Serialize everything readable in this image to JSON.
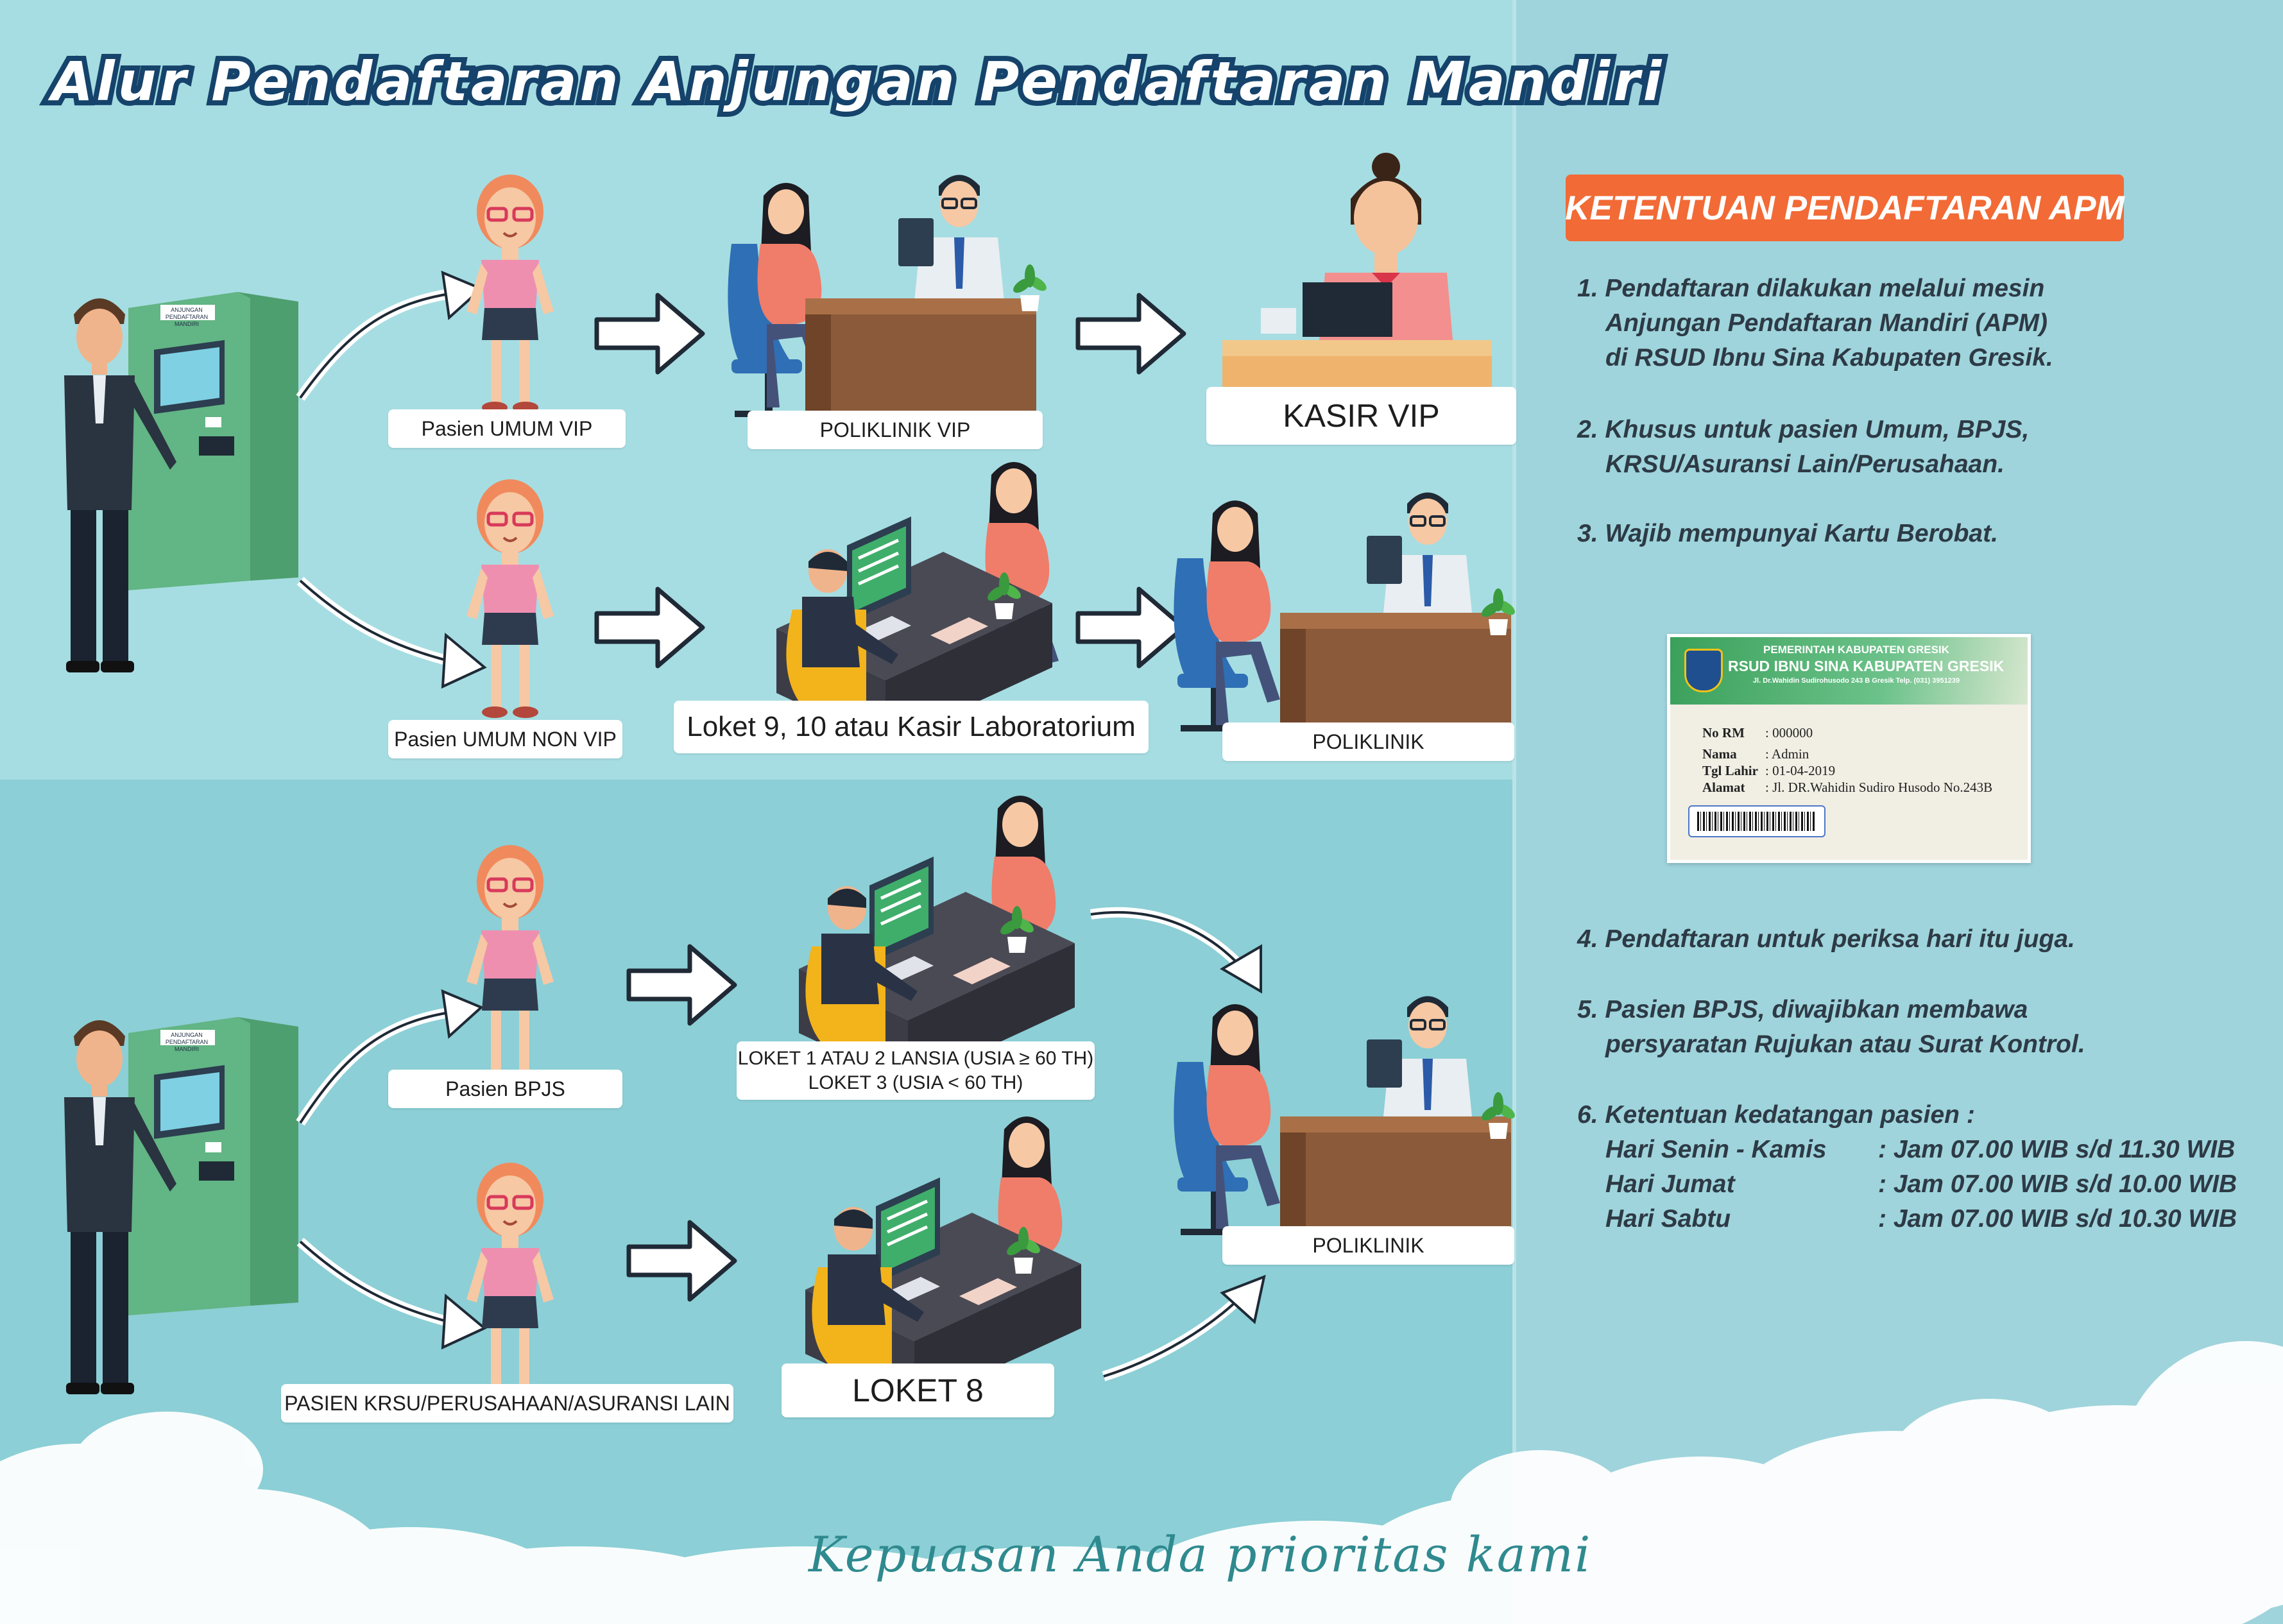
{
  "title": "Alur Pendaftaran Anjungan Pendaftaran Mandiri",
  "kiosk_screen_text": "ANJUNGAN PENDAFTARAN MANDIRI",
  "flow_labels": {
    "umum_vip": "Pasien UMUM VIP",
    "poliklinik_vip": "POLIKLINIK VIP",
    "kasir_vip": "KASIR VIP",
    "umum_non_vip": "Pasien UMUM NON VIP",
    "loket_9_10": "Loket 9, 10 atau Kasir Laboratorium",
    "poliklinik_1": "POLIKLINIK",
    "bpjs": "Pasien BPJS",
    "loket_1_2_line1": "LOKET 1 ATAU 2 LANSIA (USIA ≥ 60 TH)",
    "loket_1_2_line2": "LOKET 3 (USIA < 60 TH)",
    "krsu": "PASIEN KRSU/PERUSAHAAN/ASURANSI LAIN",
    "loket_8": "LOKET 8",
    "poliklinik_2": "POLIKLINIK"
  },
  "rules": {
    "header": "KETENTUAN PENDAFTARAN APM",
    "r1": [
      "1. Pendaftaran  dilakukan melalui mesin",
      "Anjungan Pendaftaran Mandiri (APM)",
      "di RSUD Ibnu Sina Kabupaten Gresik."
    ],
    "r2": [
      "2. Khusus untuk pasien Umum, BPJS,",
      "KRSU/Asuransi Lain/Perusahaan."
    ],
    "r3": [
      "3. Wajib mempunyai Kartu Berobat."
    ],
    "r4": [
      "4. Pendaftaran  untuk periksa hari itu juga."
    ],
    "r5": [
      "5. Pasien BPJS, diwajibkan membawa",
      "persyaratan Rujukan atau Surat Kontrol."
    ],
    "r6": "6. Ketentuan kedatangan pasien :",
    "schedule": [
      {
        "day": "Hari Senin - Kamis",
        "hours": ": Jam 07.00 WIB s/d 11.30 WIB"
      },
      {
        "day": "Hari Jumat",
        "hours": ": Jam 07.00 WIB s/d 10.00 WIB"
      },
      {
        "day": "Hari Sabtu",
        "hours": ": Jam 07.00 WIB s/d 10.30 WIB"
      }
    ]
  },
  "card": {
    "line1": "PEMERINTAH KABUPATEN GRESIK",
    "line2": "RSUD IBNU SINA KABUPATEN GRESIK",
    "line3": "Jl. Dr.Wahidin Sudirohusodo 243 B Gresik Telp. (031) 3951239",
    "fields": [
      {
        "label": "No RM",
        "value": ": 000000"
      },
      {
        "label": "Nama",
        "value": ": Admin"
      },
      {
        "label": "Tgl Lahir",
        "value": ": 01-04-2019"
      },
      {
        "label": "Alamat",
        "value": ": Jl. DR.Wahidin Sudiro Husodo No.243B"
      }
    ]
  },
  "tagline": "Kepuasan Anda prioritas kami",
  "colors": {
    "bg_top": "#a6dde2",
    "bg_bottom": "#8ccfd6",
    "right_panel": "#9fd4dc",
    "title_outline": "#15436b",
    "accent_orange": "#f26a35",
    "kiosk_green": "#5fb27e",
    "desk_brown": "#8b5a3a",
    "chair_blue": "#2f6fb5",
    "patient_pink": "#ef8fb0"
  }
}
